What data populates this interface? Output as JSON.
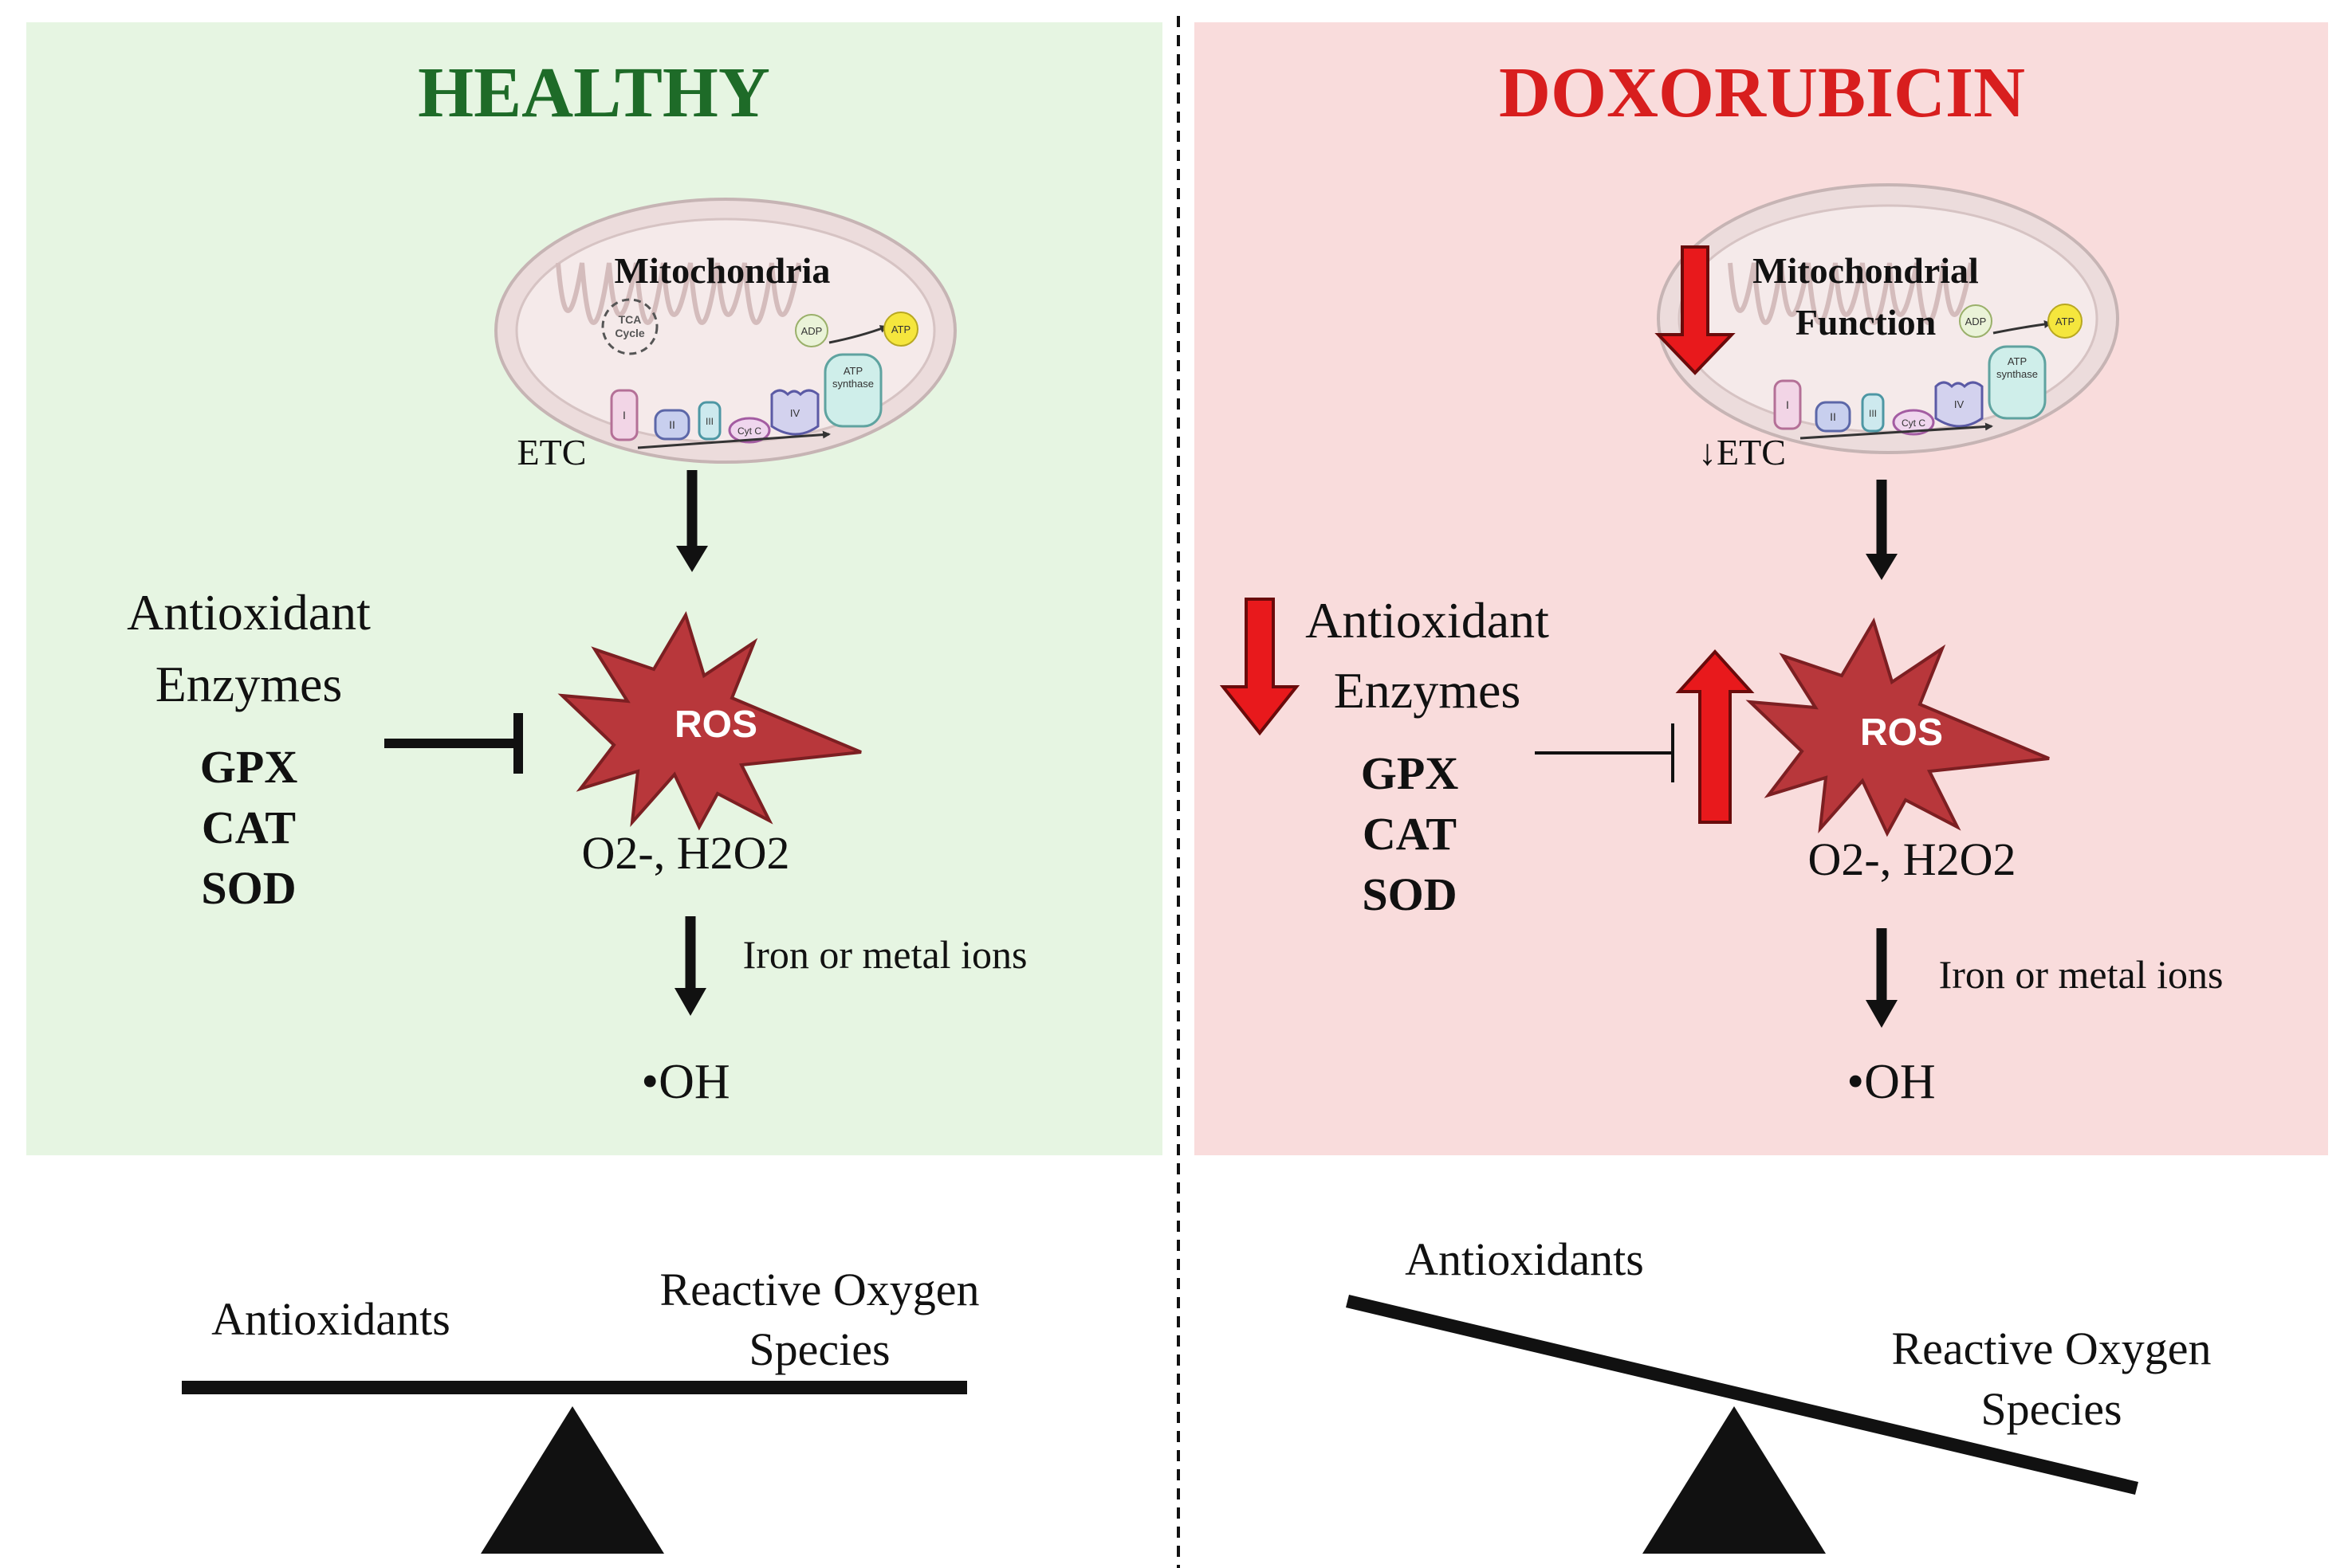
{
  "colors": {
    "healthy_bg": "#e6f5e2",
    "dox_bg": "#f9dcdc",
    "healthy_title": "#1e6b28",
    "dox_title": "#d81e1e",
    "ros_fill": "#b8373b",
    "red_arrow": "#e8191c",
    "mito_outer": "#ecdcdc",
    "mito_inner": "#f5eaea"
  },
  "healthy": {
    "title": "HEALTHY",
    "mito_label": "Mitochondria",
    "etc_label": "ETC",
    "tca": [
      "TCA",
      "Cycle"
    ],
    "adp": "ADP",
    "atp": "ATP",
    "atp_synthase": [
      "ATP",
      "synthase"
    ],
    "complexes": [
      "I",
      "II",
      "III",
      "Cyt C",
      "IV"
    ],
    "antiox_line1": "Antioxidant",
    "antiox_line2": "Enzymes",
    "enzymes": [
      "GPX",
      "CAT",
      "SOD"
    ],
    "ros": "ROS",
    "species": "O2-, H2O2",
    "iron": "Iron or metal ions",
    "oh": "•OH"
  },
  "dox": {
    "title": "DOXORUBICIN",
    "mito_line1": "Mitochondrial",
    "mito_line2": "Function",
    "etc_label": "↓ETC",
    "adp": "ADP",
    "atp": "ATP",
    "atp_synthase": [
      "ATP",
      "synthase"
    ],
    "complexes": [
      "I",
      "II",
      "III",
      "Cyt C",
      "IV"
    ],
    "antiox_line1": "Antioxidant",
    "antiox_line2": "Enzymes",
    "enzymes": [
      "GPX",
      "CAT",
      "SOD"
    ],
    "ros": "ROS",
    "species": "O2-, H2O2",
    "iron": "Iron or metal ions",
    "oh": "•OH"
  },
  "balance_healthy": {
    "left": "Antioxidants",
    "right_line1": "Reactive Oxygen",
    "right_line2": "Species"
  },
  "balance_dox": {
    "left": "Antioxidants",
    "right_line1": "Reactive Oxygen",
    "right_line2": "Species"
  }
}
